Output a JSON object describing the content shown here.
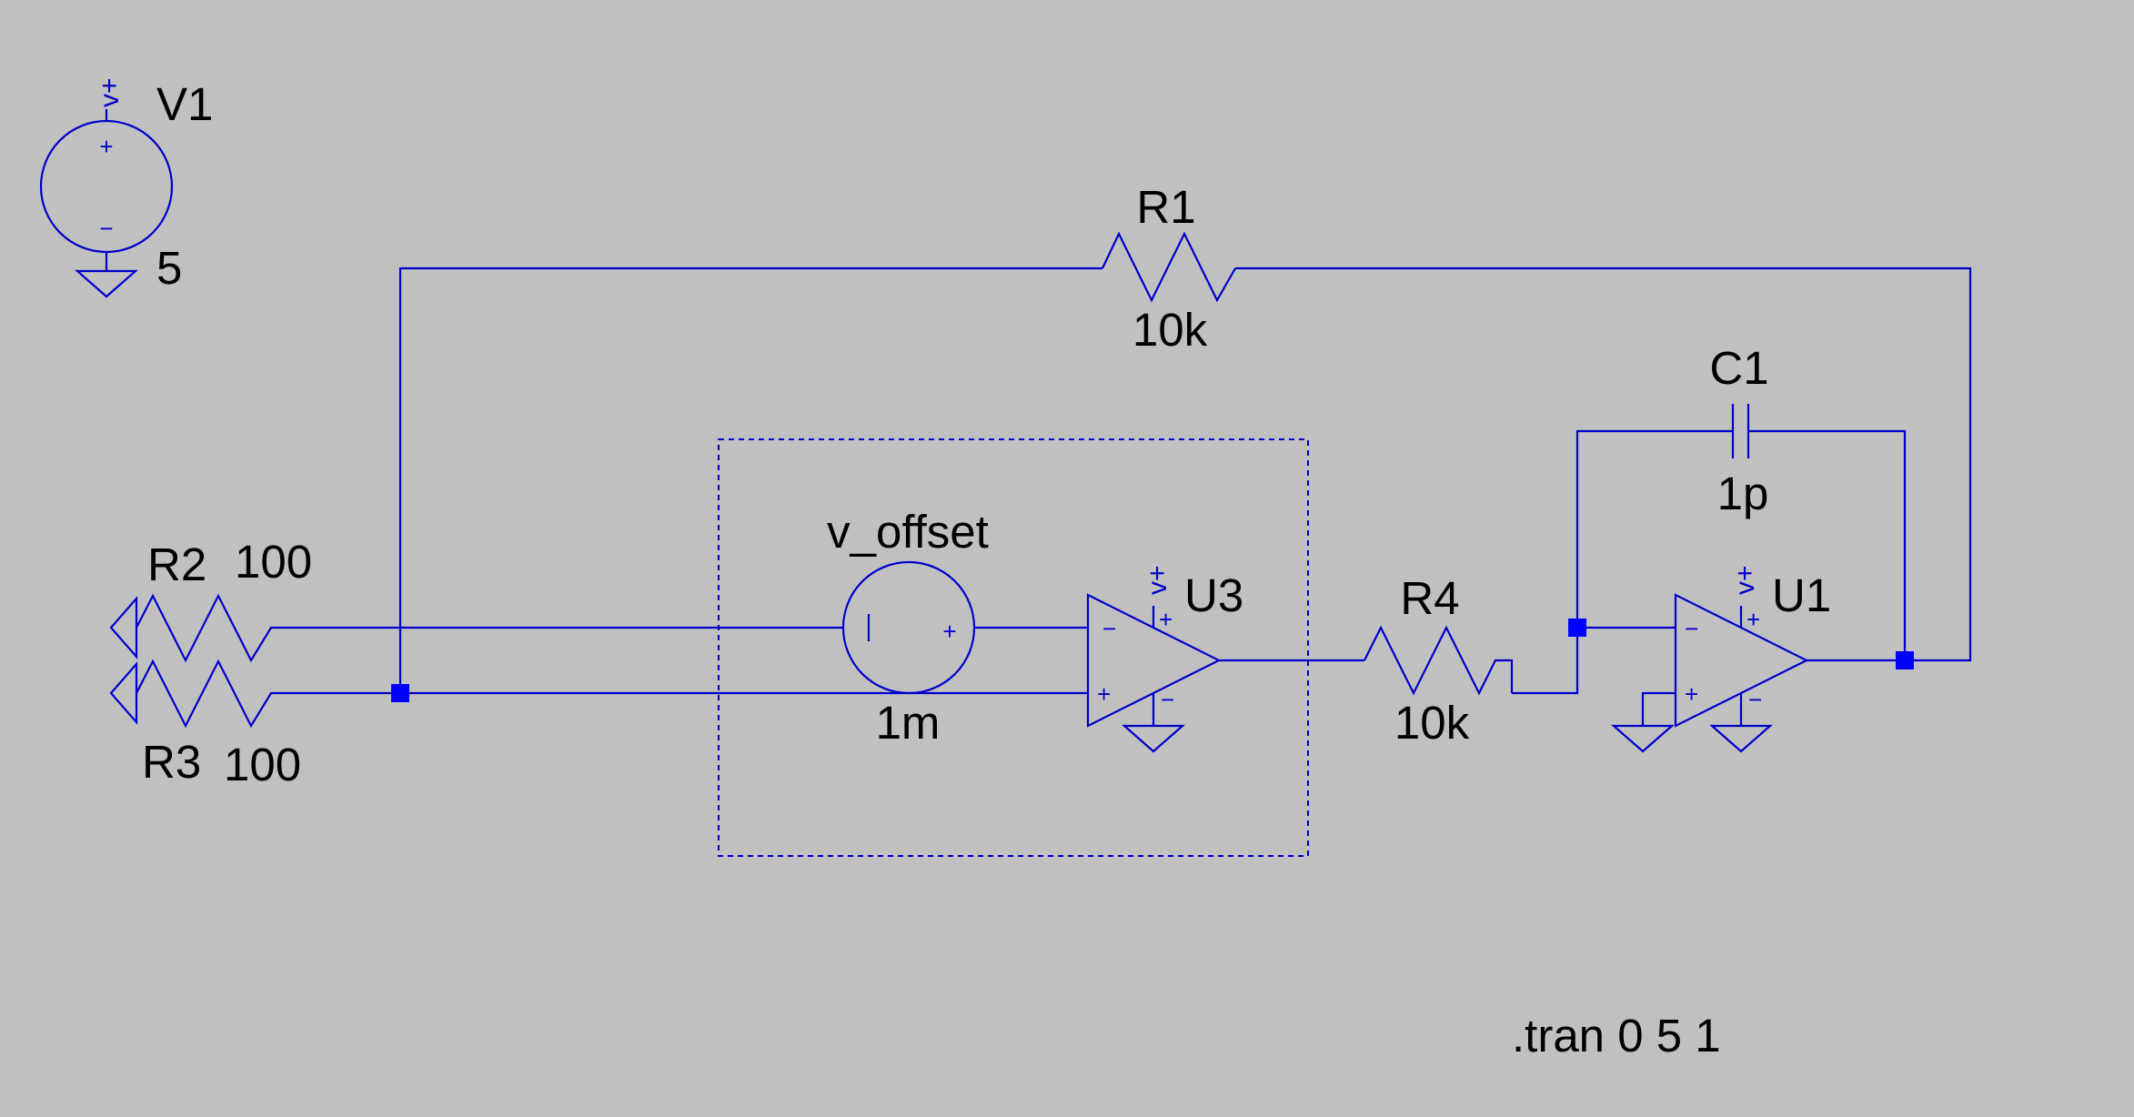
{
  "components": {
    "V1": {
      "name": "V1",
      "value": "5",
      "net": "v+",
      "plus": "+",
      "minus": "−"
    },
    "R1": {
      "name": "R1",
      "value": "10k"
    },
    "R2": {
      "name": "R2",
      "value": "100"
    },
    "R3": {
      "name": "R3",
      "value": "100"
    },
    "R4": {
      "name": "R4",
      "value": "10k"
    },
    "C1": {
      "name": "C1",
      "value": "1p"
    },
    "V_offset": {
      "name": "v_offset",
      "value": "1m",
      "minus": "|",
      "plus": "+"
    },
    "U3": {
      "name": "U3",
      "net": "v+",
      "inv": "−",
      "noninv": "+",
      "vpos": "+",
      "vneg": "−"
    },
    "U1": {
      "name": "U1",
      "net": "v+",
      "inv": "−",
      "noninv": "+",
      "vpos": "+",
      "vneg": "−"
    }
  },
  "directive": ".tran 0 5 1",
  "colors": {
    "background": "#c0c0c0",
    "wire": "#0000cc",
    "junction": "#0000ff",
    "text": "#000000"
  }
}
